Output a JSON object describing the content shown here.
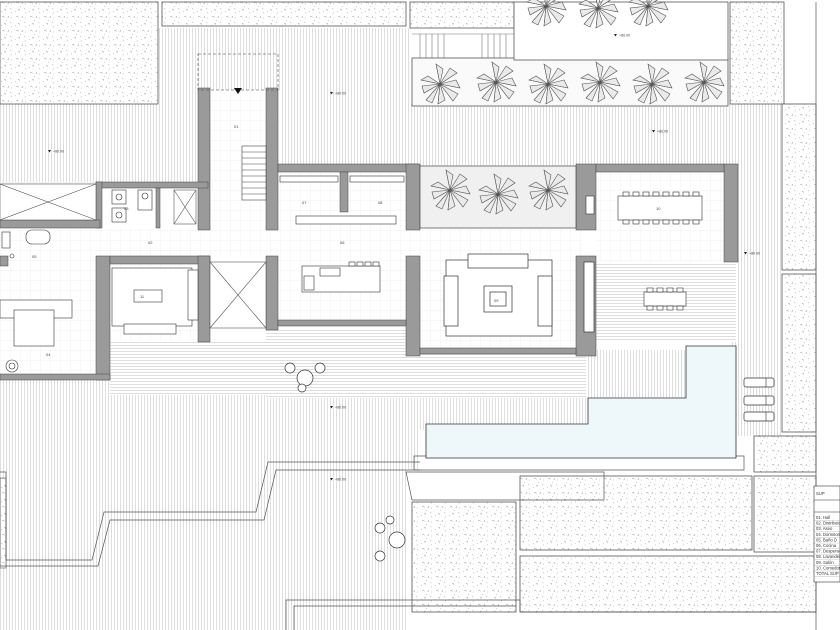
{
  "plan": {
    "level_labels": [
      "+80.00",
      "+80.00",
      "+80.00",
      "+80.00",
      "+80.00",
      "+80.00",
      "+80.00"
    ],
    "room_numbers": [
      "01",
      "02",
      "03",
      "04",
      "05",
      "06",
      "07",
      "08",
      "09",
      "10",
      "11"
    ],
    "legend": {
      "title": "SUP",
      "rows": [
        "01. Hall",
        "02. Distribuid",
        "03. Aseo",
        "04. Dormitori",
        "05. Baño D",
        "06. Cocina",
        "07. Despense",
        "08. Lavandei",
        "09. Salón",
        "10. Comedor",
        "TOTAL SUP"
      ]
    }
  }
}
